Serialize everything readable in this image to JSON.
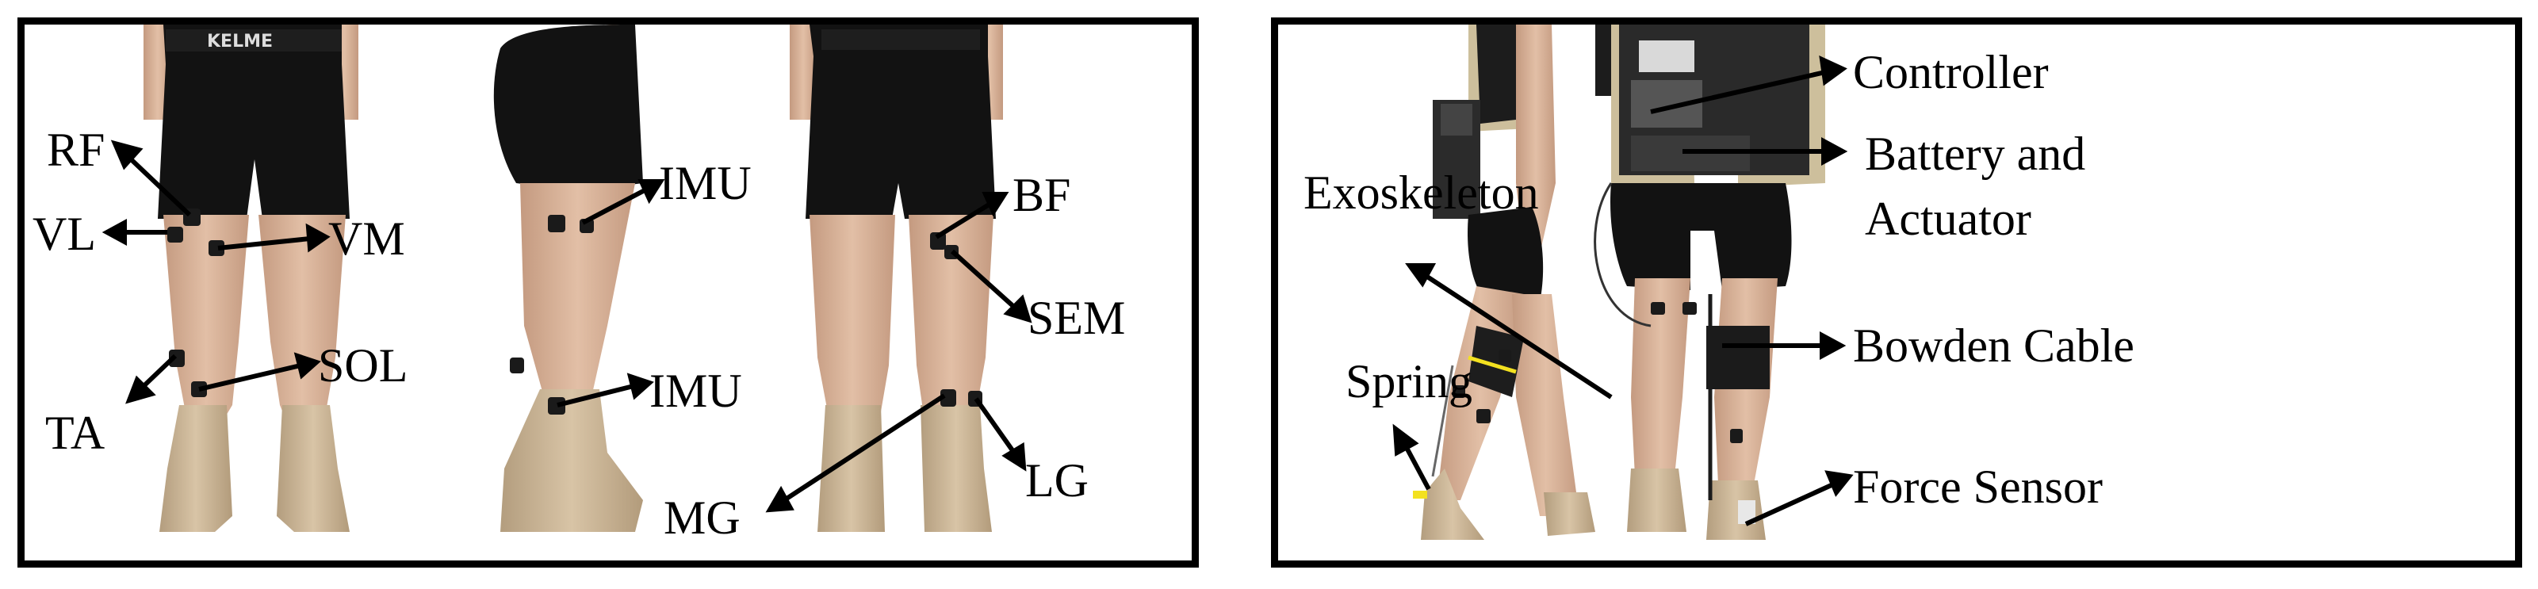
{
  "left_panel": {
    "labels": {
      "rf": "RF",
      "vl": "VL",
      "vm": "VM",
      "ta": "TA",
      "sol": "SOL",
      "imu_thigh": "IMU",
      "imu_shank": "IMU",
      "bf": "BF",
      "sem": "SEM",
      "mg": "MG",
      "lg": "LG"
    },
    "waistband_text": "KELME"
  },
  "right_panel": {
    "labels": {
      "exoskeleton": "Exoskeleton",
      "spring": "Spring",
      "controller": "Controller",
      "battery_line1": "Battery and",
      "battery_line2": "Actuator",
      "bowden_cable": "Bowden Cable",
      "force_sensor": "Force Sensor"
    }
  },
  "colors": {
    "skin": "#d9b59c",
    "shorts": "#121212",
    "boot": "#c9b394",
    "sensor": "#1a1a1a",
    "vest": "#cdbf9c",
    "frame": "#000000"
  }
}
